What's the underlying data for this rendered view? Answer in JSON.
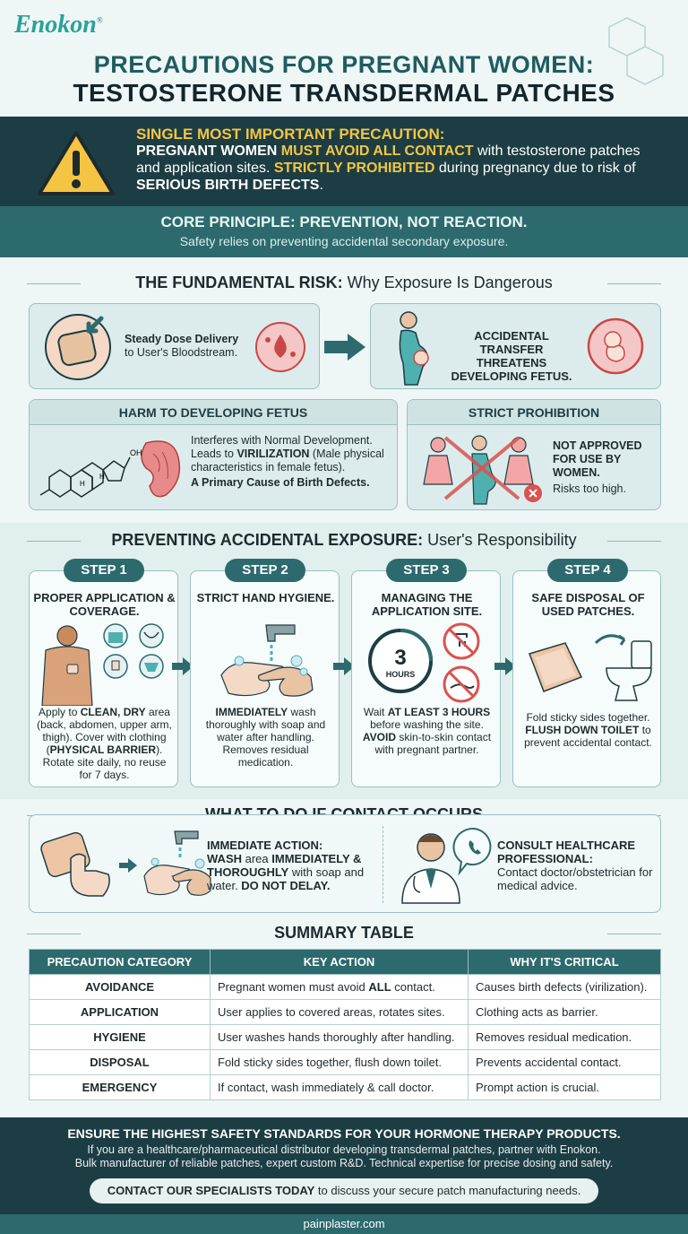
{
  "brand": "Enokon",
  "brand_mark": "®",
  "title_line1": "PRECAUTIONS FOR PREGNANT WOMEN:",
  "title_line2": "TESTOSTERONE TRANSDERMAL PATCHES",
  "warning": {
    "head": "SINGLE MOST IMPORTANT PRECAUTION:",
    "p1": "PREGNANT WOMEN",
    "p2": " MUST AVOID ALL CONTACT",
    "p3": " with testosterone patches and application sites. ",
    "p4": "STRICTLY PROHIBITED",
    "p5": " during pregnancy due to risk of ",
    "p6": "SERIOUS BIRTH DEFECTS",
    "p7": "."
  },
  "core": {
    "head": "CORE PRINCIPLE: PREVENTION, NOT REACTION.",
    "sub": "Safety relies on preventing accidental secondary exposure."
  },
  "risk": {
    "head_bold": "THE FUNDAMENTAL RISK:",
    "head_rest": " Why Exposure Is Dangerous",
    "dose_bold": "Steady Dose Delivery",
    "dose_rest": "to User's Bloodstream.",
    "transfer": "ACCIDENTAL TRANSFER THREATENS DEVELOPING FETUS.",
    "harm_title": "HARM TO DEVELOPING FETUS",
    "harm_1": "Interferes with Normal Development.",
    "harm_2a": "Leads to ",
    "harm_2b": "VIRILIZATION",
    "harm_2c": " (Male physical characteristics in female fetus).",
    "harm_3": "A Primary Cause of Birth Defects.",
    "proh_title": "STRICT PROHIBITION",
    "proh_1": "NOT APPROVED FOR USE BY WOMEN.",
    "proh_2": "Risks too high.",
    "oh": "OH",
    "h": "H"
  },
  "prevent": {
    "head_bold": "PREVENTING ACCIDENTAL EXPOSURE:",
    "head_rest": " User's Responsibility",
    "steps": [
      {
        "badge": "STEP 1",
        "title": "PROPER APPLICATION & COVERAGE.",
        "t1": "Apply to ",
        "t2": "CLEAN, DRY",
        "t3": " area (back, abdomen, upper arm, thigh). Cover with clothing (",
        "t4": "PHYSICAL BARRIER",
        "t5": "). Rotate site daily, no reuse for 7 days."
      },
      {
        "badge": "STEP 2",
        "title": "STRICT HAND HYGIENE.",
        "t1": "",
        "t2": "IMMEDIATELY",
        "t3": " wash thoroughly with soap and water after handling. Removes residual medication.",
        "t4": "",
        "t5": ""
      },
      {
        "badge": "STEP 3",
        "title": "MANAGING THE APPLICATION SITE.",
        "t1": "Wait ",
        "t2": "AT LEAST 3 HOURS",
        "t3": " before washing the site. ",
        "t4": "AVOID",
        "t5": " skin-to-skin contact with pregnant partner.",
        "clock_num": "3",
        "clock_unit": "HOURS"
      },
      {
        "badge": "STEP 4",
        "title": "SAFE DISPOSAL OF USED PATCHES.",
        "t1": "Fold sticky sides together. ",
        "t2": "FLUSH DOWN TOILET",
        "t3": " to prevent accidental contact.",
        "t4": "",
        "t5": ""
      }
    ]
  },
  "contact": {
    "head": "WHAT TO DO IF CONTACT OCCURS",
    "imm_head": "IMMEDIATE ACTION:",
    "imm_1": "WASH",
    "imm_2": " area ",
    "imm_3": "IMMEDIATELY & THOROUGHLY",
    "imm_4": " with soap and water. ",
    "imm_5": "DO NOT DELAY.",
    "doc_head": "CONSULT HEALTHCARE PROFESSIONAL:",
    "doc_body": "Contact doctor/obstetrician for medical advice."
  },
  "summary": {
    "head": "SUMMARY TABLE",
    "columns": [
      "PRECAUTION CATEGORY",
      "KEY ACTION",
      "WHY IT'S CRITICAL"
    ],
    "rows": [
      {
        "cat": "AVOIDANCE",
        "a1": "Pregnant women must avoid ",
        "a2": "ALL",
        "a3": " contact.",
        "why": "Causes birth defects (virilization)."
      },
      {
        "cat": "APPLICATION",
        "a1": "User applies to covered areas, rotates sites.",
        "a2": "",
        "a3": "",
        "why": "Clothing acts as barrier."
      },
      {
        "cat": "HYGIENE",
        "a1": "User washes hands thoroughly after handling.",
        "a2": "",
        "a3": "",
        "why": "Removes residual medication."
      },
      {
        "cat": "DISPOSAL",
        "a1": "Fold sticky sides together, flush down toilet.",
        "a2": "",
        "a3": "",
        "why": "Prevents accidental contact."
      },
      {
        "cat": "EMERGENCY",
        "a1": "If contact, wash immediately & call doctor.",
        "a2": "",
        "a3": "",
        "why": "Prompt action is crucial."
      }
    ]
  },
  "footer": {
    "head": "ENSURE THE HIGHEST SAFETY STANDARDS FOR YOUR HORMONE THERAPY PRODUCTS.",
    "body1": "If you are a healthcare/pharmaceutical distributor developing transdermal patches, partner with Enokon.",
    "body2": "Bulk manufacturer of reliable patches, expert custom R&D. Technical expertise for precise dosing and safety.",
    "cta_bold": "CONTACT OUR SPECIALISTS TODAY",
    "cta_rest": " to discuss your secure patch manufacturing needs.",
    "site": "painplaster.com"
  },
  "colors": {
    "dark_teal": "#1d3d44",
    "teal": "#2d6a6e",
    "accent_yellow": "#f4c542",
    "brand_teal": "#2aa198",
    "danger_red": "#d9534f"
  }
}
